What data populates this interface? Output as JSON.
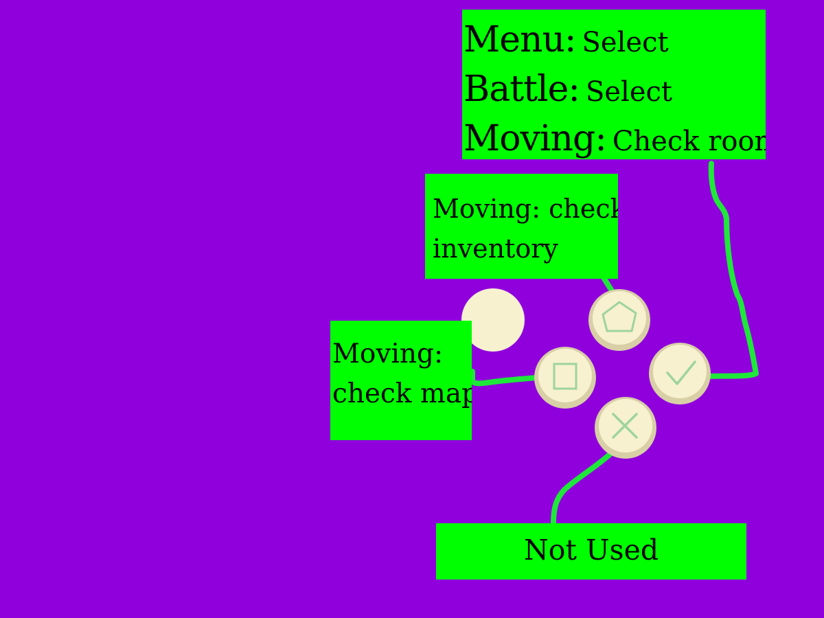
{
  "colors": {
    "background": "#8f00dc",
    "label_fill": "#00ff00",
    "connector": "#1ee83a",
    "button_face": "#f7f1cf",
    "button_rim": "#d8cfa7",
    "symbol": "#9ed49c"
  },
  "buttons": [
    {
      "symbol": "circle-icon"
    },
    {
      "symbol": "square-icon"
    },
    {
      "symbol": "check-icon"
    },
    {
      "symbol": "cross-icon"
    }
  ],
  "labels": {
    "top": {
      "menu_mode": "Menu",
      "menu_action": "Select",
      "battle_mode": "Battle",
      "battle_action": "Select",
      "moving_mode": "Moving",
      "moving_action": "Check room",
      "separator": ":"
    },
    "inventory": {
      "line1": "Moving: check",
      "line2": "inventory"
    },
    "map": {
      "line1": "Moving:",
      "line2": "check map"
    },
    "cross": {
      "text": "Not Used"
    }
  }
}
